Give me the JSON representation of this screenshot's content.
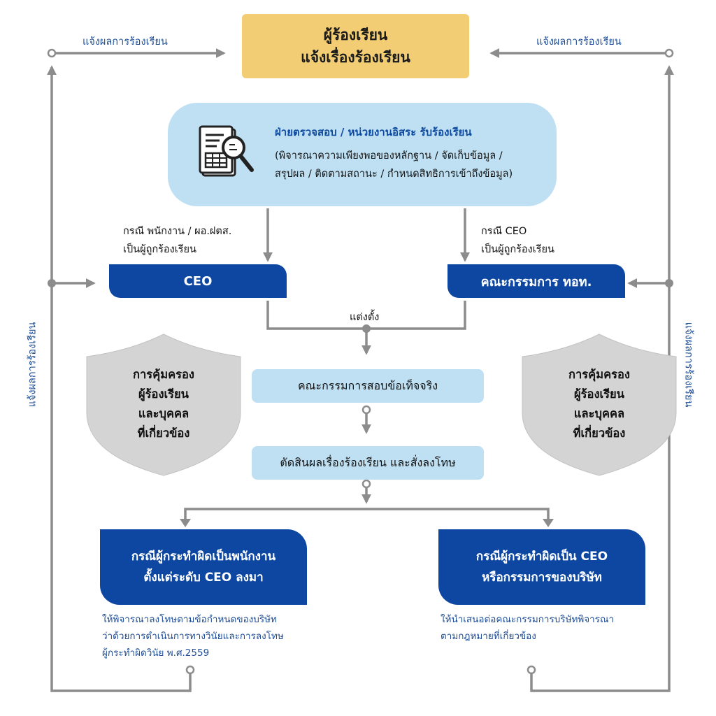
{
  "top": {
    "line1": "ผู้ร้องเรียน",
    "line2": "แจ้งเรื่องร้องเรียน"
  },
  "notify_label": "แจ้งผลการร้องเรียน",
  "intake": {
    "icon": "document-search-icon",
    "title": "ฝ่ายตรวจสอบ / หน่วยงานอิสระ รับร้องเรียน",
    "desc_line1": "(พิจารณาความเพียงพอของหลักฐาน / จัดเก็บข้อมูล /",
    "desc_line2": "สรุปผล / ติดตามสถานะ / กำหนดสิทธิการเข้าถึงข้อมูล)"
  },
  "case_employee": {
    "line1": "กรณี พนักงาน / ผอ.ฝตส.",
    "line2": "เป็นผู้ถูกร้องเรียน"
  },
  "case_ceo": {
    "line1": "กรณี CEO",
    "line2": "เป็นผู้ถูกร้องเรียน"
  },
  "ceo_box": "CEO",
  "board_box": "คณะกรรมการ ทอท.",
  "appoint_label": "แต่งตั้ง",
  "shield": {
    "line1": "การคุ้มครอง",
    "line2": "ผู้ร้องเรียน",
    "line3": "และบุคคล",
    "line4": "ที่เกี่ยวข้อง",
    "color": "#d4d4d4"
  },
  "fact_committee": "คณะกรรมการสอบข้อเท็จจริง",
  "decision": "ตัดสินผลเรื่องร้องเรียน และสั่งลงโทษ",
  "employee_case": {
    "line1": "กรณีผู้กระทำผิดเป็นพนักงาน",
    "line2": "ตั้งแต่ระดับ CEO ลงมา",
    "note_line1": "ให้พิจารณาลงโทษตามข้อกำหนดของบริษัท",
    "note_line2": "ว่าด้วยการดำเนินการทางวินัยและการลงโทษ",
    "note_line3": "ผู้กระทำผิดวินัย พ.ศ.2559"
  },
  "executive_case": {
    "line1": "กรณีผู้กระทำผิดเป็น CEO",
    "line2": "หรือกรรมการของบริษัท",
    "note_line1": "ให้นำเสนอต่อคณะกรรมการบริษัทพิจารณา",
    "note_line2": "ตามกฎหมายที่เกี่ยวข้อง"
  },
  "colors": {
    "navy": "#0d47a1",
    "light_blue": "#bfe0f3",
    "gold": "#f2cd73",
    "connector": "#8c8c8c",
    "label_blue": "#1f4e96"
  }
}
